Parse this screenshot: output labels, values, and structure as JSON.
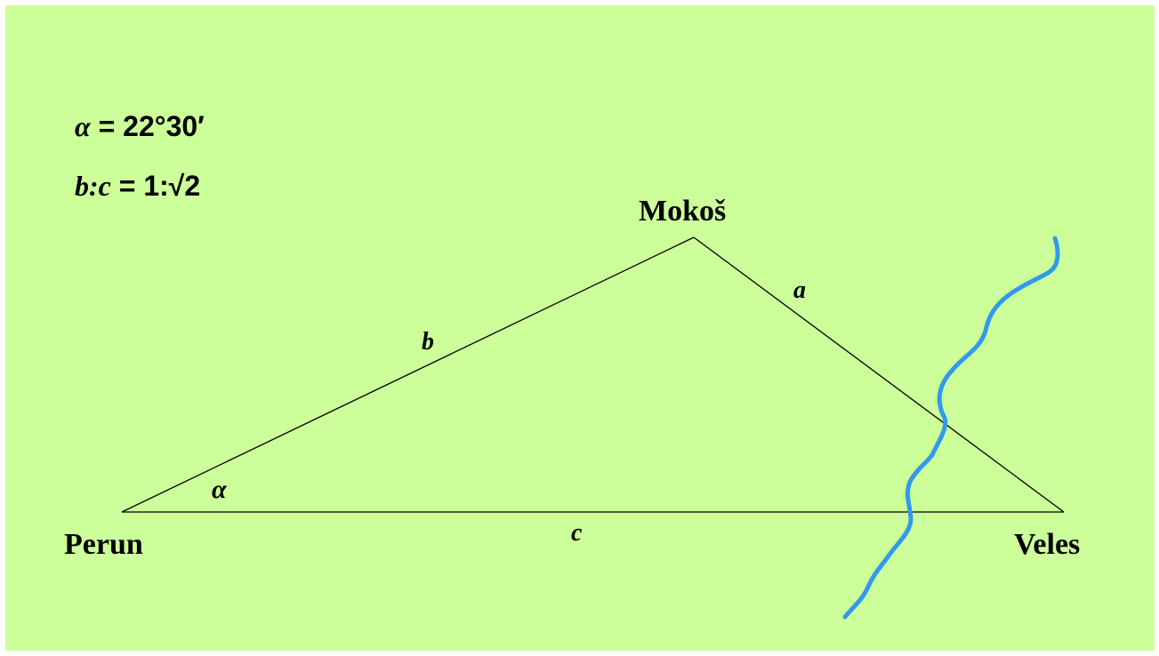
{
  "given": {
    "angle_symbol": "α",
    "angle_value": " = 22°30′",
    "ratio_lhs": "b:c",
    "ratio_value": " = 1:√2"
  },
  "vertices": {
    "top": "Mokoš",
    "left": "Perun",
    "right": "Veles"
  },
  "sides": {
    "a": "a",
    "b": "b",
    "c": "c"
  },
  "angle_label": "α",
  "colors": {
    "background": "#ccff99",
    "river": "#3399ee",
    "line": "#000000"
  }
}
